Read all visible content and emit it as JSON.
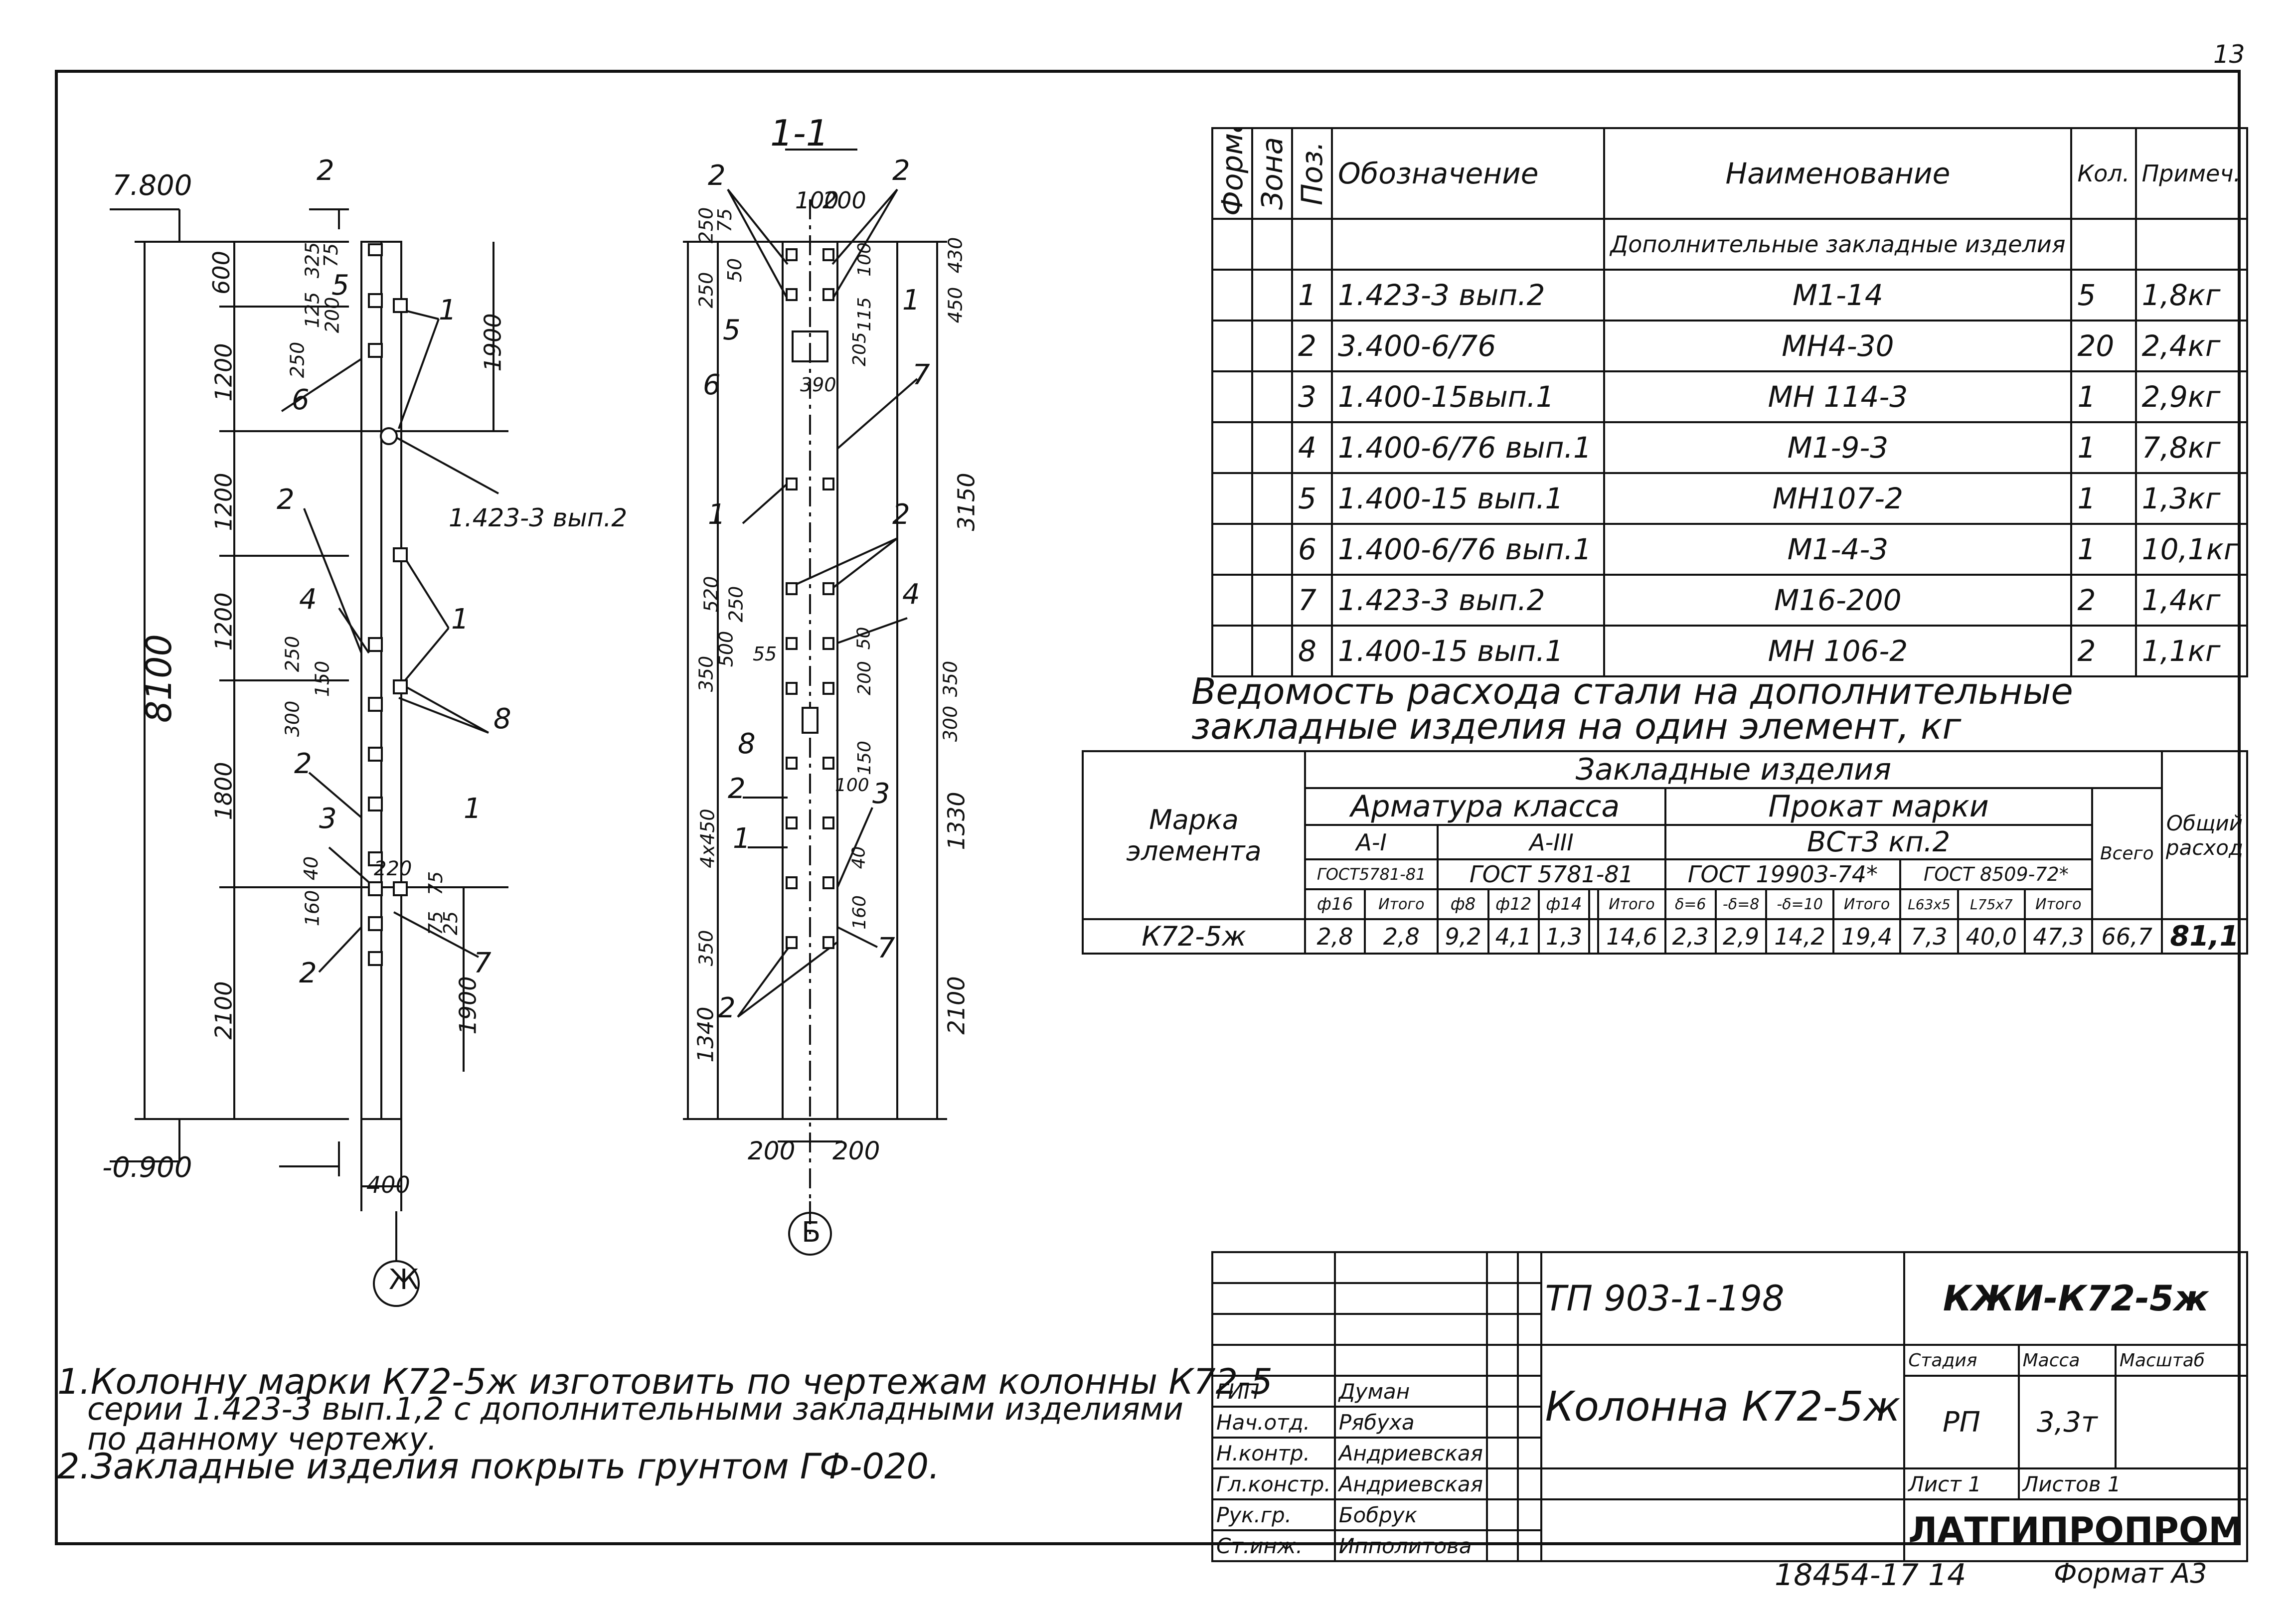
{
  "page_number": "13",
  "section_label": "1-1",
  "elevation_labels": {
    "top": "7.800",
    "bottom": "-0.900"
  },
  "axis_labels": {
    "left": "Ж",
    "right": "Б"
  },
  "left_view": {
    "dims_vertical": [
      "600",
      "1200",
      "1200",
      "1200",
      "1800",
      "2100"
    ],
    "total_height": "8100",
    "small_dims": [
      "325",
      "75",
      "125",
      "200",
      "250",
      "250",
      "150",
      "300",
      "40",
      "160",
      "220",
      "75",
      "75",
      "25"
    ],
    "right_dims": [
      "1900",
      "1900"
    ],
    "width": "400",
    "note_ref": "1.423-3 вып.2",
    "positions": [
      "2",
      "5",
      "6",
      "1",
      "2",
      "4",
      "1",
      "8",
      "2",
      "3",
      "1",
      "2",
      "7"
    ]
  },
  "section_view": {
    "top_dims": [
      "100",
      "200"
    ],
    "side_left": [
      "250",
      "250",
      "75",
      "50",
      "520",
      "250",
      "350",
      "500",
      "55",
      "4х450",
      "350",
      "1340"
    ],
    "side_right": [
      "100",
      "430",
      "450",
      "115",
      "205",
      "390",
      "3150",
      "50",
      "200",
      "350",
      "300",
      "150",
      "100",
      "40",
      "160",
      "1330",
      "2100"
    ],
    "bottom_dims": [
      "200",
      "200"
    ],
    "positions": [
      "2",
      "2",
      "5",
      "1",
      "6",
      "7",
      "1",
      "2",
      "4",
      "8",
      "2",
      "1",
      "3",
      "7",
      "2"
    ]
  },
  "spec_table": {
    "headers": {
      "format": "Формат",
      "zone": "Зона",
      "pos": "Поз.",
      "designation": "Обозначение",
      "name": "Наименование",
      "qty": "Кол.",
      "note": "Примеч."
    },
    "group_title": "Дополнительные закладные изделия",
    "rows": [
      {
        "pos": "1",
        "designation": "1.423-3 вып.2",
        "name": "М1-14",
        "qty": "5",
        "note": "1,8кг"
      },
      {
        "pos": "2",
        "designation": "3.400-6/76",
        "name": "МН4-30",
        "qty": "20",
        "note": "2,4кг"
      },
      {
        "pos": "3",
        "designation": "1.400-15вып.1",
        "name": "МН 114-3",
        "qty": "1",
        "note": "2,9кг"
      },
      {
        "pos": "4",
        "designation": "1.400-6/76 вып.1",
        "name": "М1-9-3",
        "qty": "1",
        "note": "7,8кг"
      },
      {
        "pos": "5",
        "designation": "1.400-15 вып.1",
        "name": "МН107-2",
        "qty": "1",
        "note": "1,3кг"
      },
      {
        "pos": "6",
        "designation": "1.400-6/76 вып.1",
        "name": "М1-4-3",
        "qty": "1",
        "note": "10,1кг"
      },
      {
        "pos": "7",
        "designation": "1.423-3 вып.2",
        "name": "М16-200",
        "qty": "2",
        "note": "1,4кг"
      },
      {
        "pos": "8",
        "designation": "1.400-15 вып.1",
        "name": "МН 106-2",
        "qty": "2",
        "note": "1,1кг"
      }
    ]
  },
  "steel_table": {
    "title_line1": "Ведомость расхода стали на дополнительные",
    "title_line2": "закладные изделия на один элемент, кг",
    "col_mark": "Марка элемента",
    "col_embedded": "Закладные изделия",
    "col_rebar": "Арматура класса",
    "col_rolled": "Прокат марки",
    "col_total": "Общий расход",
    "col_all": "Всего",
    "class_ai": "A-I",
    "class_aiii": "A-III",
    "steel_grade": "ВСт3 кп.2",
    "gost_a1": "ГОСТ5781-81",
    "gost_a3": "ГОСТ 5781-81",
    "gost_r1": "ГОСТ 19903-74*",
    "gost_r2": "ГОСТ 8509-72*",
    "sub_headers": [
      "ф16",
      "Итого",
      "ф8",
      "ф12",
      "ф14",
      "",
      "Итого",
      "δ=6",
      "-δ=8",
      "-δ=10",
      "Итого",
      "L63х5",
      "L75х7",
      "Итого"
    ],
    "row_mark": "К72-5ж",
    "row_values": [
      "2,8",
      "2,8",
      "9,2",
      "4,1",
      "1,3",
      "",
      "14,6",
      "2,3",
      "2,9",
      "14,2",
      "19,4",
      "7,3",
      "40,0",
      "47,3",
      "66,7"
    ],
    "row_total": "81,1"
  },
  "notes": [
    "1.Колонну марки К72-5ж изготовить по чертежам колонны К72-5",
    "серии 1.423-3 вып.1,2 с дополнительными закладными изделиями",
    "по данному чертежу.",
    "2.Закладные изделия покрыть грунтом ГФ-020."
  ],
  "title_block": {
    "project_code": "ТП 903-1-198",
    "sheet_code": "КЖИ-К72-5ж",
    "title": "Колонна К72-5ж",
    "stage_label": "Стадия",
    "mass_label": "Масса",
    "scale_label": "Масштаб",
    "stage": "РП",
    "mass": "3,3т",
    "sheet_label": "Лист 1",
    "sheets_label": "Листов 1",
    "org": "ЛАТГИПРОПРОМ",
    "roles": [
      "ГИП",
      "Нач.отд.",
      "Н.контр.",
      "Гл.констр.",
      "Рук.гр.",
      "Ст.инж."
    ],
    "names": [
      "Думан",
      "Рябуха",
      "Андриевская",
      "Андриевская",
      "Бобрук",
      "Ипполитова"
    ]
  },
  "footer": {
    "inventory": "18454-17 14",
    "format": "Формат А3"
  }
}
